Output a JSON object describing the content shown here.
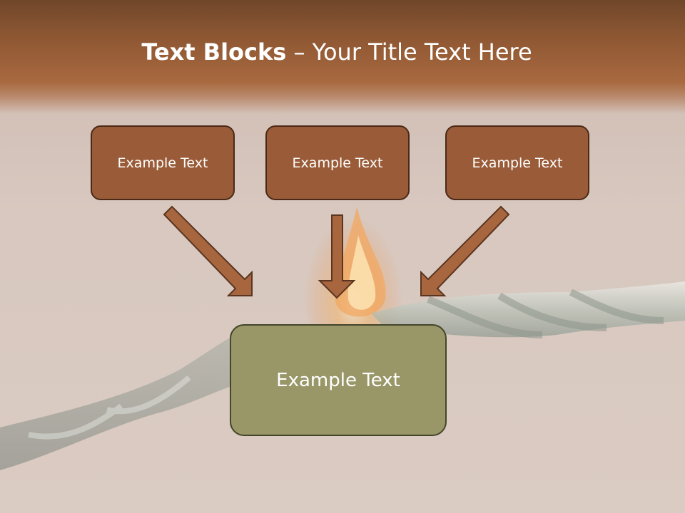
{
  "title": {
    "bold": "Text Blocks",
    "separator": "–",
    "rest": "Your Title Text Here"
  },
  "blocks": [
    {
      "label": "Example Text"
    },
    {
      "label": "Example Text"
    },
    {
      "label": "Example Text"
    }
  ],
  "target": {
    "label": "Example Text"
  },
  "colors": {
    "header_brown": "#9a5c38",
    "top_box_fill": "#9a5c38",
    "bottom_box_fill": "#999668",
    "arrow_fill": "#a8663f"
  }
}
